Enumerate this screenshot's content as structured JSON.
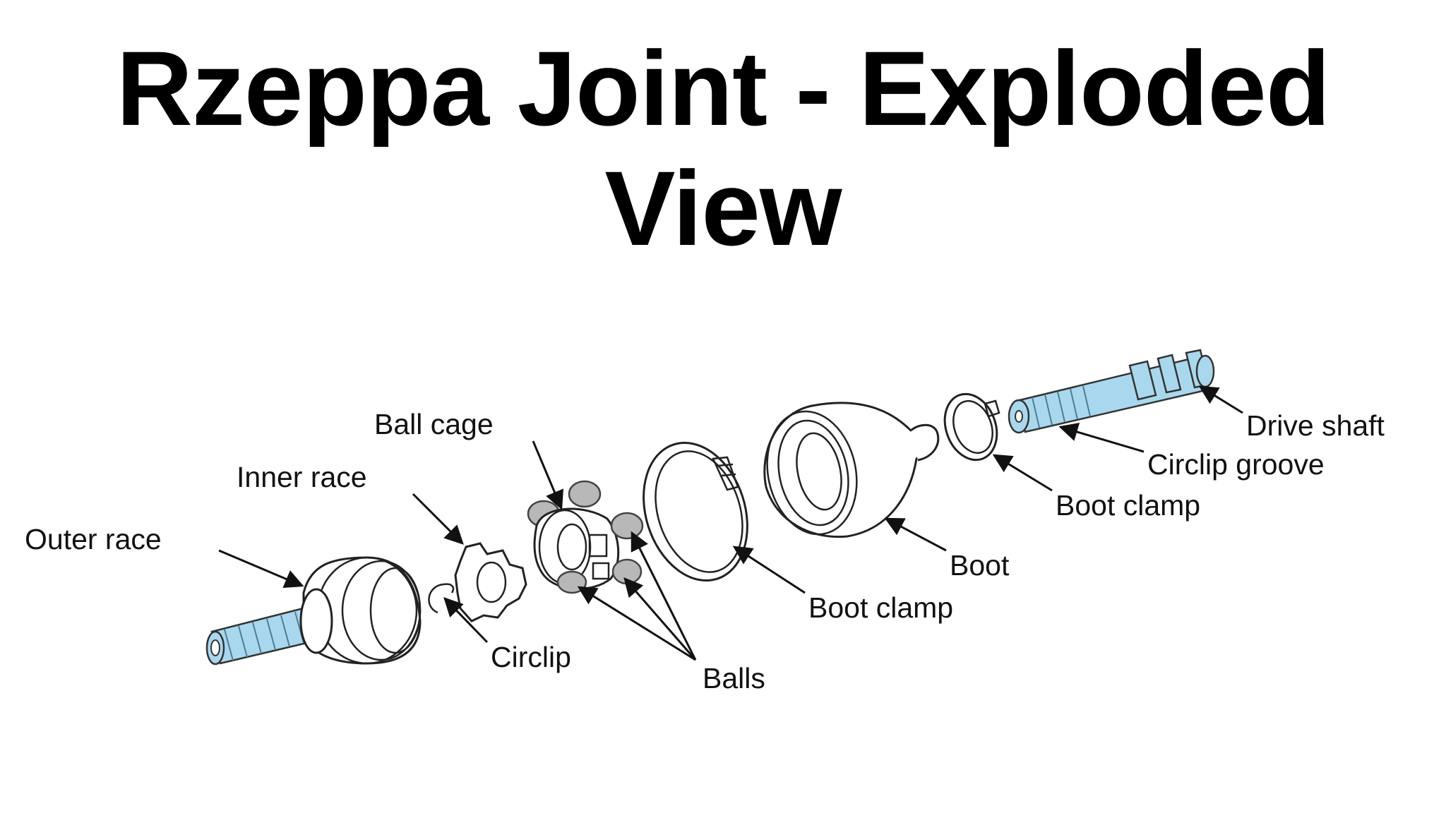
{
  "slide": {
    "title": "Rzeppa Joint - Exploded View"
  },
  "diagram": {
    "labels": {
      "outer_race": "Outer race",
      "inner_race": "Inner race",
      "ball_cage": "Ball cage",
      "circlip": "Circlip",
      "balls": "Balls",
      "boot_clamp_1": "Boot clamp",
      "boot": "Boot",
      "boot_clamp_2": "Boot clamp",
      "circlip_groove": "Circlip groove",
      "drive_shaft": "Drive shaft"
    },
    "colors": {
      "shaft_blue": "#a9d8ee",
      "ball_gray": "#b8b8b8",
      "line": "#111111"
    }
  }
}
